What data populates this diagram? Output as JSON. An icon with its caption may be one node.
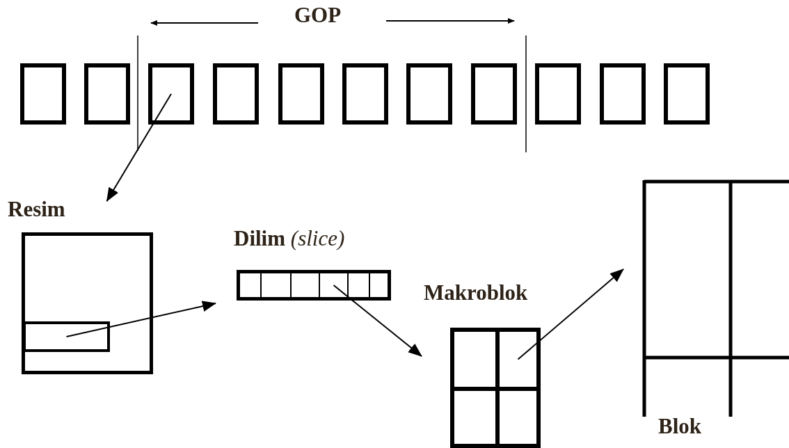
{
  "diagram": {
    "nodes": [
      {
        "text": [],
        "shape": "box"
      },
      {
        "text": [],
        "shape": "box"
      },
      {
        "text": [],
        "shape": "box"
      },
      {
        "text": [],
        "shape": "box"
      },
      {
        "text": [],
        "shape": "box"
      },
      {
        "text": [],
        "shape": "box"
      },
      {
        "text": [],
        "shape": "box"
      },
      {
        "text": [],
        "shape": "box"
      },
      {
        "text": [],
        "shape": "box"
      },
      {
        "text": [],
        "shape": "box"
      },
      {
        "text": [],
        "shape": "box"
      },
      {
        "text": [
          "Resim"
        ]
      },
      {
        "text": [],
        "shape": "box",
        "in": 11
      },
      {
        "text": [
          "Dilim *(slice)*"
        ]
      },
      {
        "text": [],
        "shape": "box",
        "in": 13
      },
      {
        "text": [],
        "shape": "box",
        "in": 13
      },
      {
        "text": [],
        "shape": "box",
        "in": 13
      },
      {
        "text": [],
        "shape": "box",
        "in": 13
      },
      {
        "text": [],
        "shape": "box",
        "in": 13
      },
      {
        "text": [],
        "shape": "box",
        "in": 13
      },
      {
        "text": [
          "Makroblok"
        ]
      },
      {
        "text": [],
        "shape": "box",
        "in": 20
      },
      {
        "text": [],
        "shape": "box",
        "in": 20
      },
      {
        "text": [],
        "shape": "box",
        "in": 20
      },
      {
        "text": [],
        "shape": "box",
        "in": 20
      },
      {
        "text": [
          "Blok"
        ]
      }
    ],
    "edges": [
      {
        "from": 2,
        "to": 11,
        "arrow": "to"
      },
      {
        "from": 12,
        "to": 13,
        "arrow": "to"
      },
      {
        "from": 17,
        "to": 20,
        "arrow": "to"
      },
      {
        "from": 22,
        "to": 25,
        "arrow": "to"
      }
    ],
    "labels": [
      "GOP"
    ]
  }
}
